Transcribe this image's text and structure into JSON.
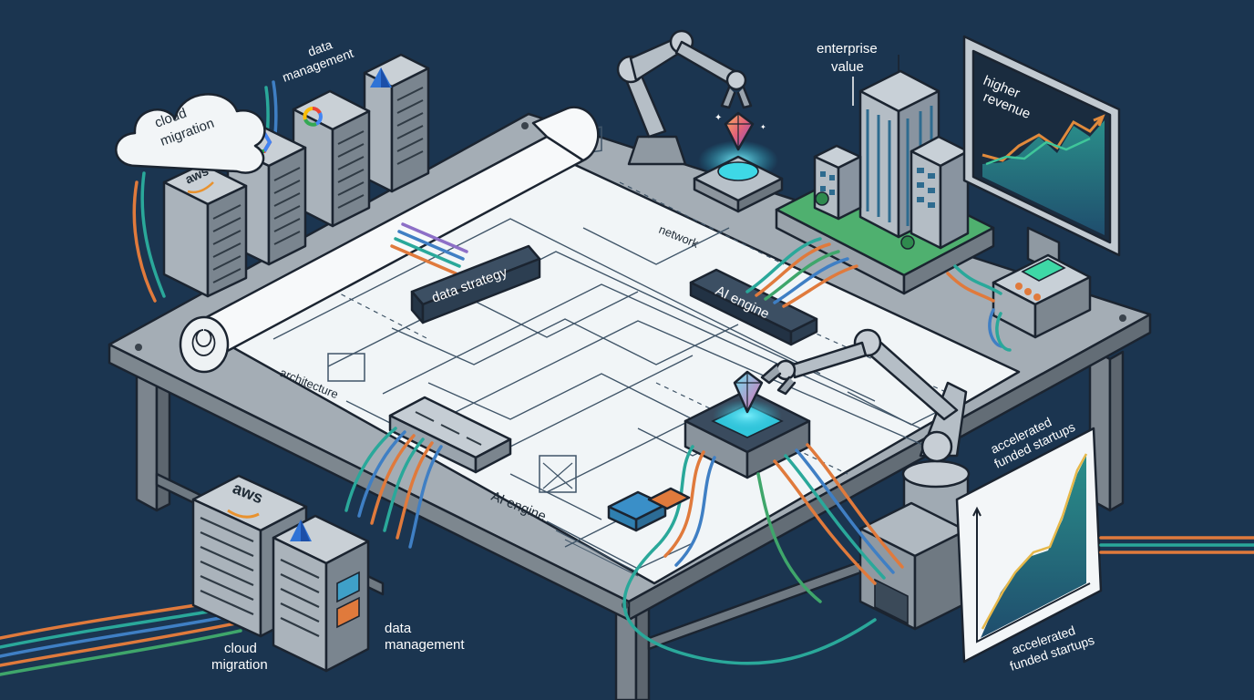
{
  "labels": {
    "cloud_migration_top": [
      "cloud",
      "migration"
    ],
    "data_management_top": [
      "data",
      "management"
    ],
    "enterprise_value": [
      "enterprise",
      "value"
    ],
    "higher_revenue": [
      "higher",
      "revenue"
    ],
    "data_strategy": "data strategy",
    "network": "network",
    "ai_engine_chip": "AI engine",
    "architecture": "architecture",
    "ai_engine_blueprint": "AI engine",
    "accelerated_right_top": [
      "accelerated",
      "funded startups"
    ],
    "accelerated_bottom": [
      "accelerated",
      "funded startups"
    ],
    "data_management_bottom": [
      "data",
      "management"
    ],
    "cloud_migration_bottom": [
      "cloud",
      "migration"
    ]
  },
  "server_logos": {
    "aws_top": "aws",
    "aws_bottom": "aws"
  },
  "colors": {
    "background": "#1b3550",
    "table": "#8c959e",
    "paper": "#eef2f4",
    "teal": "#2aa89a",
    "orange": "#e07a3c",
    "blue": "#3f7fc4",
    "green": "#3fa66b"
  },
  "icons": [
    "cloud-icon",
    "server-rack-icon",
    "google-cloud-icon",
    "azure-icon",
    "robot-arm-icon",
    "gem-icon",
    "building-icon",
    "monitor-icon",
    "chip-icon"
  ]
}
